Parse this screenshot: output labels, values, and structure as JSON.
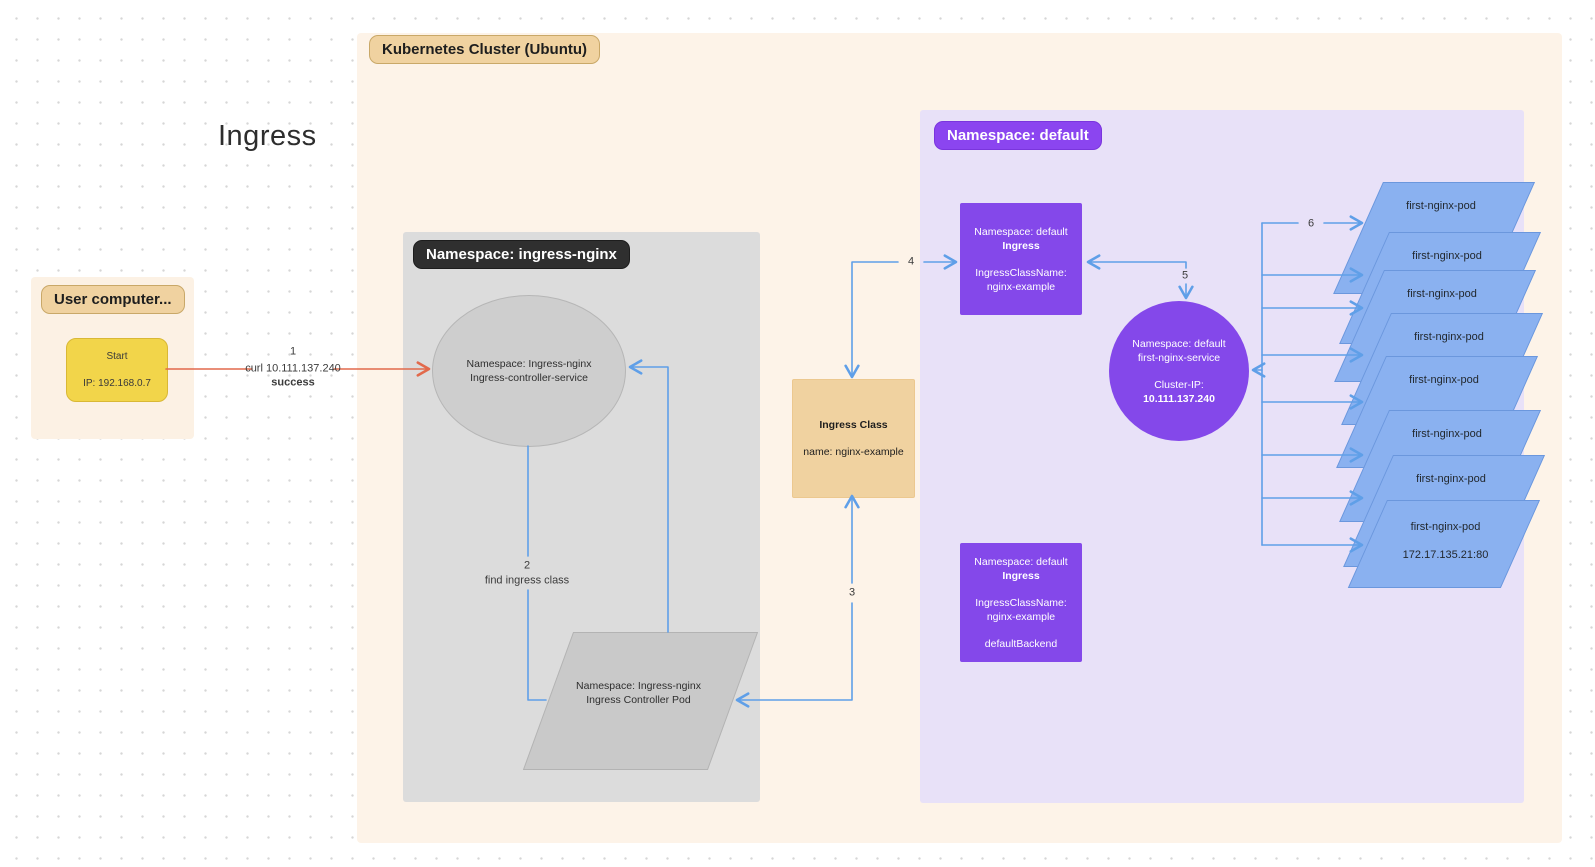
{
  "colors": {
    "dot": "#d6d6d6",
    "cream": "#fdf3e8",
    "cream-2": "#fcf1e4",
    "tan": "#f0d2a0",
    "tan-border": "#c9a868",
    "yellow": "#f2d54a",
    "yellow-border": "#d9b835",
    "gray-bg": "#dcdcdc",
    "gray-shape": "#cecece",
    "gray-shape-border": "#b6b6b6",
    "dark-pill": "#2f2f2f",
    "lavender": "#e8e1f8",
    "purple": "#8448ea",
    "purple-pill": "#8b45f0",
    "purple-pill-border": "#7a35dd",
    "pod-blue": "#8ab1f0",
    "pod-border": "#6b97dd",
    "arrow-blue": "#5f9fe8",
    "arrow-red": "#e2694b",
    "ink": "#1e1e1e"
  },
  "title": "Ingress",
  "cluster": {
    "label": "Kubernetes Cluster (Ubuntu)"
  },
  "user_computer": {
    "label": "User computer...",
    "start_node": {
      "line1": "Start",
      "line2": "IP: 192.168.0.7"
    }
  },
  "ingress_nginx": {
    "label": "Namespace: ingress-nginx",
    "service": {
      "line1": "Namespace: Ingress-nginx",
      "line2": "Ingress-controller-service"
    },
    "pod": {
      "line1": "Namespace: Ingress-nginx",
      "line2": "Ingress Controller Pod"
    }
  },
  "ingress_class": {
    "title": "Ingress Class",
    "name": "name: nginx-example"
  },
  "default_ns": {
    "label": "Namespace: default",
    "ingress": {
      "line1": "Namespace: default",
      "line2": "Ingress",
      "line3": "IngressClassName:",
      "line4": "nginx-example"
    },
    "service": {
      "line1": "Namespace: default",
      "line2": "first-nginx-service",
      "line3": "Cluster-IP:",
      "line4": "10.111.137.240"
    },
    "ingress_backend": {
      "line1": "Namespace: default",
      "line2": "Ingress",
      "line3": "IngressClassName:",
      "line4": "nginx-example",
      "line5": "defaultBackend"
    },
    "pods": [
      {
        "name": "first-nginx-pod"
      },
      {
        "name": "first-nginx-pod"
      },
      {
        "name": "first-nginx-pod"
      },
      {
        "name": "first-nginx-pod"
      },
      {
        "name": "first-nginx-pod"
      },
      {
        "name": "first-nginx-pod"
      },
      {
        "name": "first-nginx-pod"
      },
      {
        "name": "first-nginx-pod",
        "ip": "172.17.135.21:80"
      }
    ]
  },
  "edges": {
    "e1": {
      "num": "1",
      "label": "curl 10.111.137.240",
      "status": "success"
    },
    "e2": {
      "num": "2",
      "label": "find ingress class"
    },
    "e3": {
      "num": "3"
    },
    "e4": {
      "num": "4"
    },
    "e5": {
      "num": "5"
    },
    "e6": {
      "num": "6"
    }
  }
}
